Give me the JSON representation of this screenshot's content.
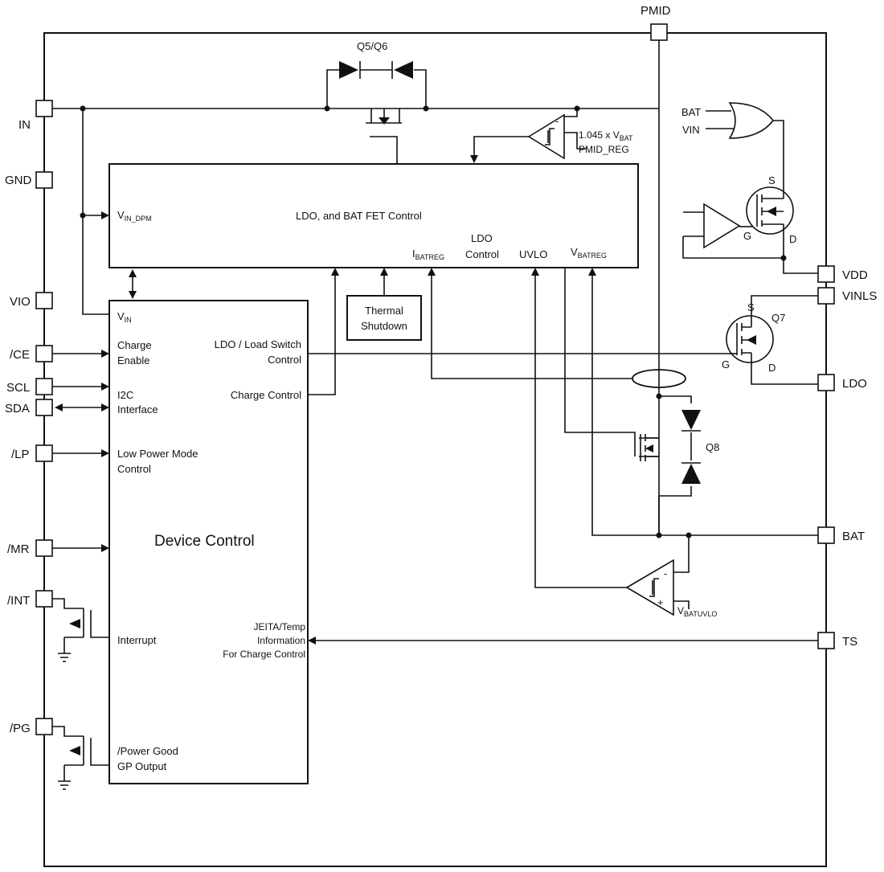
{
  "pins": {
    "pmid": "PMID",
    "in": "IN",
    "gnd": "GND",
    "vio": "VIO",
    "ce": "/CE",
    "scl": "SCL",
    "sda": "SDA",
    "lp": "/LP",
    "mr": "/MR",
    "int": "/INT",
    "pg": "/PG",
    "vdd": "VDD",
    "vinls": "VINLS",
    "ldo": "LDO",
    "bat": "BAT",
    "ts": "TS"
  },
  "ldo_block": {
    "title": "LDO, and BAT FET Control",
    "vin_dpm": "V",
    "vin_dpm_sub": "IN_DPM",
    "ibatreg": "I",
    "ibatreg_sub": "BATREG",
    "ldo_control_1": "LDO",
    "ldo_control_2": "Control",
    "uvlo": "UVLO",
    "vbatreg": "V",
    "vbatreg_sub": "BATREG"
  },
  "device_block": {
    "title": "Device Control",
    "vin": "V",
    "vin_sub": "IN",
    "charge_enable_1": "Charge",
    "charge_enable_2": "Enable",
    "i2c_1": "I2C",
    "i2c_2": "Interface",
    "low_power_1": "Low Power Mode",
    "low_power_2": "Control",
    "interrupt": "Interrupt",
    "power_good_1": "/Power Good",
    "power_good_2": "GP Output",
    "ldo_switch_1": "LDO / Load Switch",
    "ldo_switch_2": "Control",
    "charge_control": "Charge Control",
    "jeita_1": "JEITA/Temp",
    "jeita_2": "Information",
    "jeita_3": "For Charge Control"
  },
  "thermal": {
    "line1": "Thermal",
    "line2": "Shutdown"
  },
  "comparators": {
    "top_ref_1": "1.045 x V",
    "top_ref_1_sub": "BAT",
    "top_ref_2": "PMID_REG",
    "bottom_ref": "V",
    "bottom_ref_sub": "BATUVLO",
    "minus": "-",
    "plus": "+"
  },
  "or_gate": {
    "in1": "BAT",
    "in2": "VIN"
  },
  "transistors": {
    "q56": "Q5/Q6",
    "q7": "Q7",
    "q8": "Q8",
    "s": "S",
    "g": "G",
    "d": "D"
  }
}
